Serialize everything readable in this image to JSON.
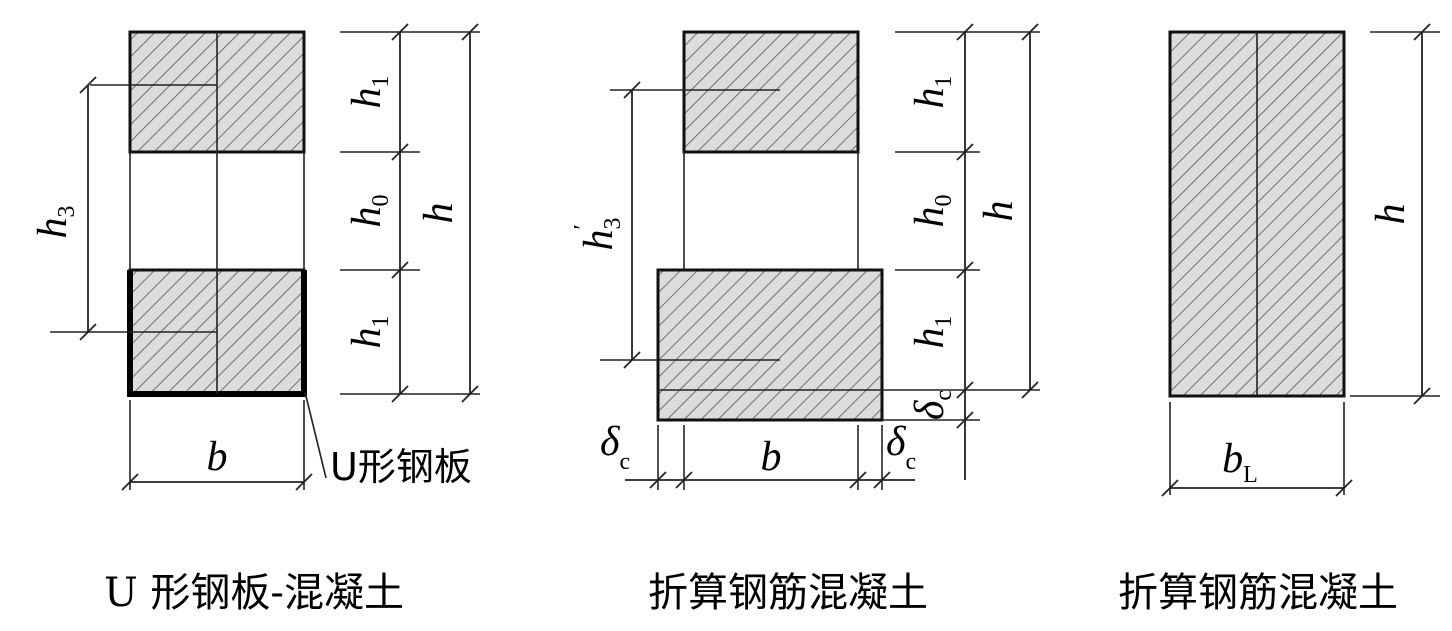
{
  "captions": [
    "U 形钢板-混凝土",
    "折算钢筋混凝土",
    "折算钢筋混凝土"
  ],
  "labels": {
    "h": "h",
    "h1": "h",
    "h1_sub": "1",
    "h0": "h",
    "h0_sub": "0",
    "h3": "h",
    "h3_sub": "3",
    "h3p": "h",
    "h3p_sub": "3",
    "prime": "′",
    "b": "b",
    "bL": "b",
    "bL_sub": "L",
    "delta": "δ",
    "delta_sub": "c",
    "u_plate": "U形钢板"
  }
}
